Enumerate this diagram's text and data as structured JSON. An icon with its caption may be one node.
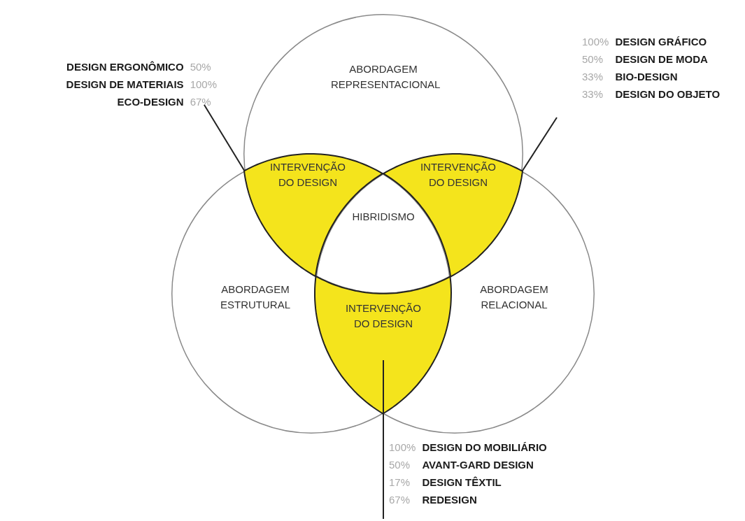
{
  "diagram": {
    "nodes": [
      {
        "text": [
          "ABORDAGEM REPRESENTACIONAL"
        ]
      },
      {
        "text": [
          "ABORDAGEM ESTRUTURAL"
        ]
      },
      {
        "text": [
          "ABORDAGEM RELACIONAL"
        ]
      },
      {
        "text": [
          "INTERVENÇÃO DO DESIGN"
        ]
      },
      {
        "text": [
          "INTERVENÇÃO DO DESIGN"
        ]
      },
      {
        "text": [
          "INTERVENÇÃO DO DESIGN"
        ]
      },
      {
        "text": [
          "HIBRIDISMO"
        ]
      },
      {
        "text": [
          "DESIGN ERGONÔMICO",
          "50%",
          "DESIGN DE MATERIAIS",
          "100%",
          "ECO-DESIGN",
          "67%"
        ]
      },
      {
        "text": [
          "100%",
          "DESIGN GRÁFICO",
          "50%",
          "DESIGN DE MODA",
          "33%",
          "BIO-DESIGN",
          "33%",
          "DESIGN DO OBJETO"
        ]
      },
      {
        "text": [
          "100%",
          "DESIGN DO MOBILIÁRIO",
          "50%",
          "AVANT-GARD DESIGN",
          "17%",
          "DESIGN TÊXTIL",
          "67%",
          "REDESIGN"
        ]
      }
    ],
    "edges": [
      {
        "from": 7,
        "to": 3,
        "arrow": "none"
      },
      {
        "from": 8,
        "to": 4,
        "arrow": "none"
      },
      {
        "from": 9,
        "to": 5,
        "arrow": "none"
      }
    ]
  }
}
